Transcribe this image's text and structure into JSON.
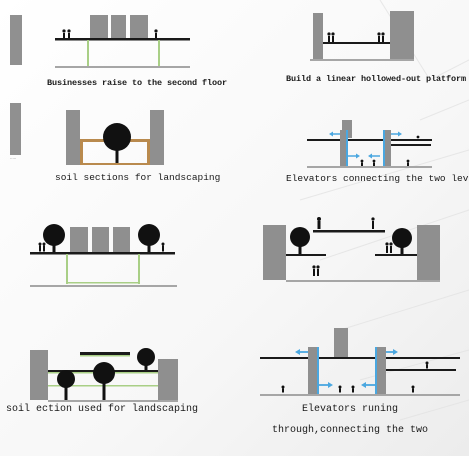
{
  "captions": {
    "p1": "Businesses raise to the second floor",
    "p2": "Build a linear hollowed-out platform",
    "p3": "soil sections for landscaping",
    "p4": "Elevators connecting the two levels",
    "p7": "soil ection used for landscaping",
    "p8_line1": "Elevators runing",
    "p8_line2": "through,connecting the two"
  },
  "colors": {
    "building": "#8f8f8f",
    "slab": "#1a1a1a",
    "ground": "#a6a6a6",
    "green_line": "#a9cf86",
    "soil": "#b98a4e",
    "elevator": "#4aa7e0",
    "tree": "#111111"
  },
  "icons": [
    "tree-icon",
    "person-icon",
    "elevator-arrow-icon"
  ]
}
